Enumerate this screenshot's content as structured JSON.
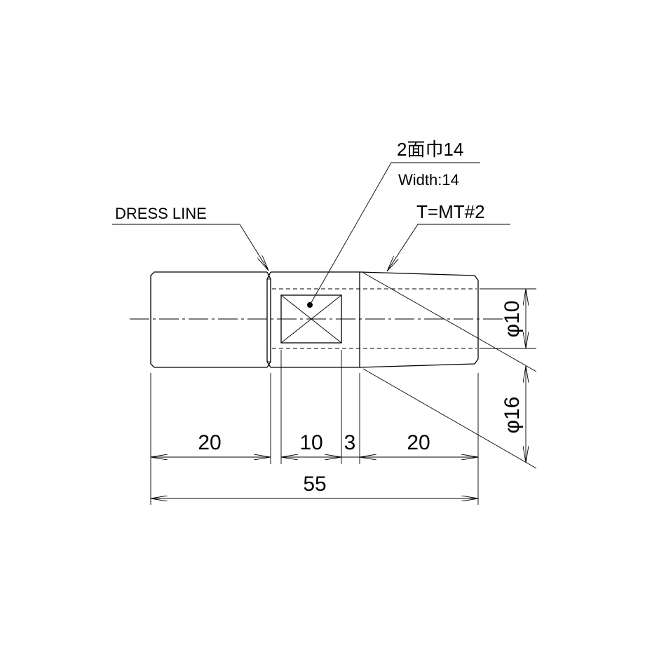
{
  "labels": {
    "dress_line": "DRESS LINE",
    "flat_width_jp": "2面巾14",
    "flat_width_en": "Width:14",
    "taper": "T=MT#2"
  },
  "dimensions": {
    "len_a": "20",
    "len_b": "10",
    "len_c": "3",
    "len_d": "20",
    "total": "55",
    "dia_small": "φ10",
    "dia_large": "φ16"
  }
}
